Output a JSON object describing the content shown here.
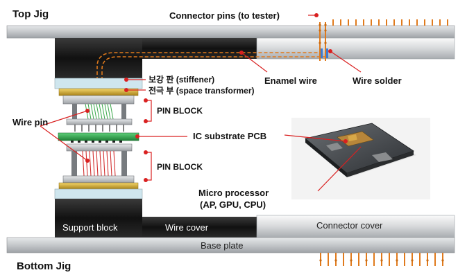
{
  "labels": {
    "top_jig": "Top Jig",
    "bottom_jig": "Bottom Jig",
    "connector_pins": "Connector pins (to tester)",
    "enamel_wire": "Enamel wire",
    "wire_solder": "Wire solder",
    "stiffener": "보강 판 (stiffener)",
    "space_transformer": "전극 부 (space transformer)",
    "pin_block_upper": "PIN BLOCK",
    "pin_block_lower": "PIN BLOCK",
    "wire_pin": "Wire pin",
    "ic_substrate": "IC substrate PCB",
    "micro_processor_line1": "Micro processor",
    "micro_processor_line2": "(AP, GPU, CPU)",
    "support_block": "Support block",
    "wire_cover": "Wire cover",
    "connector_cover": "Connector cover",
    "base_plate": "Base plate"
  },
  "colors": {
    "plate_grey": "#bfc2c5",
    "block_black": "#151515",
    "pcb_green": "#2fa84a",
    "gold": "#c9a227",
    "pin_orange": "#e07a1c",
    "marker_red": "#d92020",
    "wire_green": "#3aa84a",
    "wire_red": "#d23030"
  }
}
